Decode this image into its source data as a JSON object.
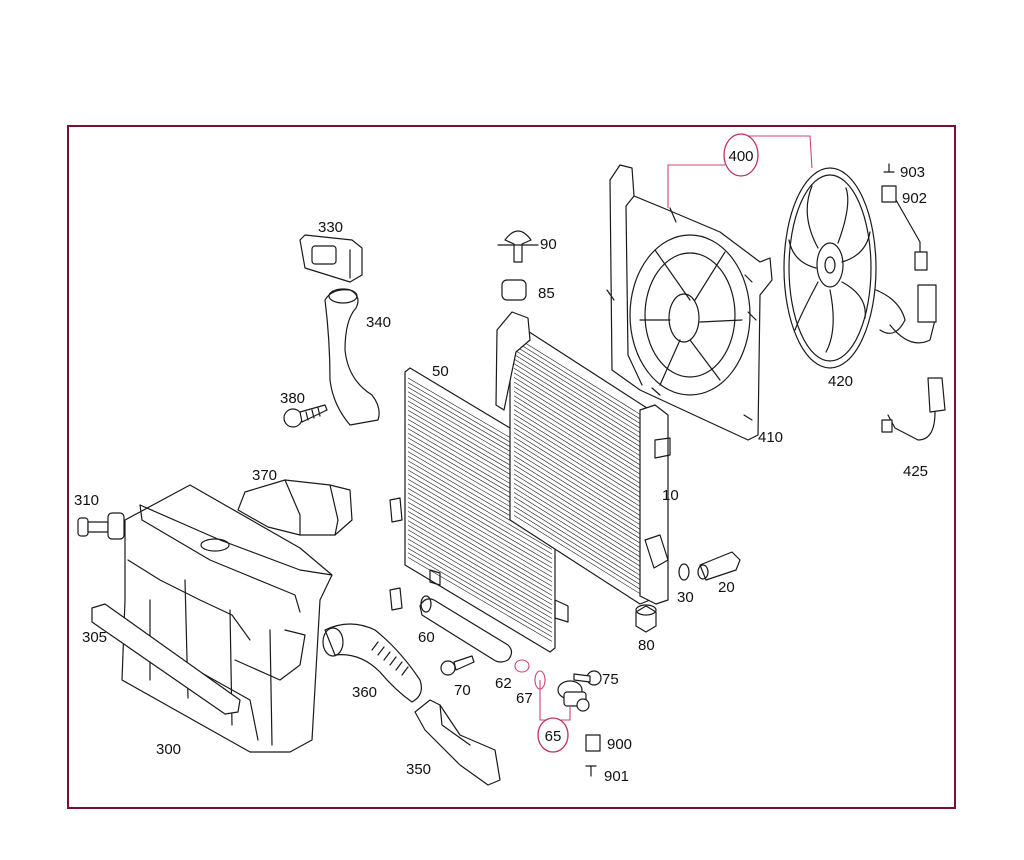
{
  "labels": {
    "p10": "10",
    "p20": "20",
    "p30": "30",
    "p50": "50",
    "p60": "60",
    "p62": "62",
    "p65": "65",
    "p67": "67",
    "p70": "70",
    "p75": "75",
    "p80": "80",
    "p85": "85",
    "p90": "90",
    "p300": "300",
    "p305": "305",
    "p310": "310",
    "p330": "330",
    "p340": "340",
    "p350": "350",
    "p360": "360",
    "p370": "370",
    "p380": "380",
    "p400": "400",
    "p410": "410",
    "p420": "420",
    "p425": "425",
    "p900": "900",
    "p901": "901",
    "p902": "902",
    "p903": "903"
  }
}
